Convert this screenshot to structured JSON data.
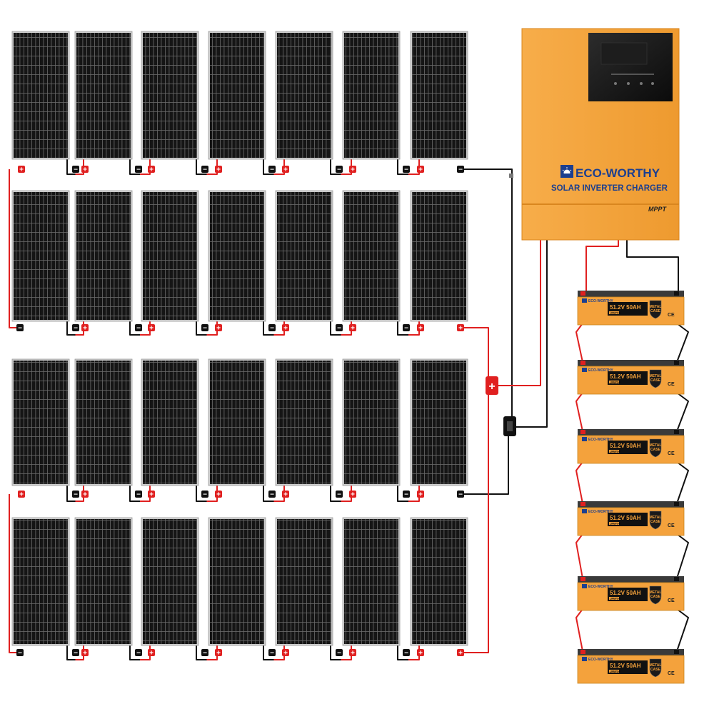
{
  "inverter": {
    "brand": "ECO-WORTHY",
    "subtitle": "SOLAR INVERTER CHARGER",
    "mppt_label": "MPPT",
    "body_color": "#f4a23c"
  },
  "batteries": {
    "count": 6,
    "label": "51.2V 50AH",
    "brand": "ECO-WORTHY",
    "chemistry": "LIFEPO4",
    "shield_text_1": "METAL",
    "shield_text_2": "CASE",
    "cert": "CE",
    "body_color": "#f4a23c"
  },
  "solar_array": {
    "rows": 4,
    "panels_per_row": 7,
    "panel_color": "#1b1b1b"
  },
  "connectors": {
    "positive_symbol": "+",
    "negative_symbol": "−"
  },
  "wire_colors": {
    "positive": "#e02020",
    "negative": "#111111"
  },
  "icons": {
    "sun_logo": "sun-logo-icon",
    "mppt": "mppt-mark",
    "shield": "shield-icon"
  }
}
